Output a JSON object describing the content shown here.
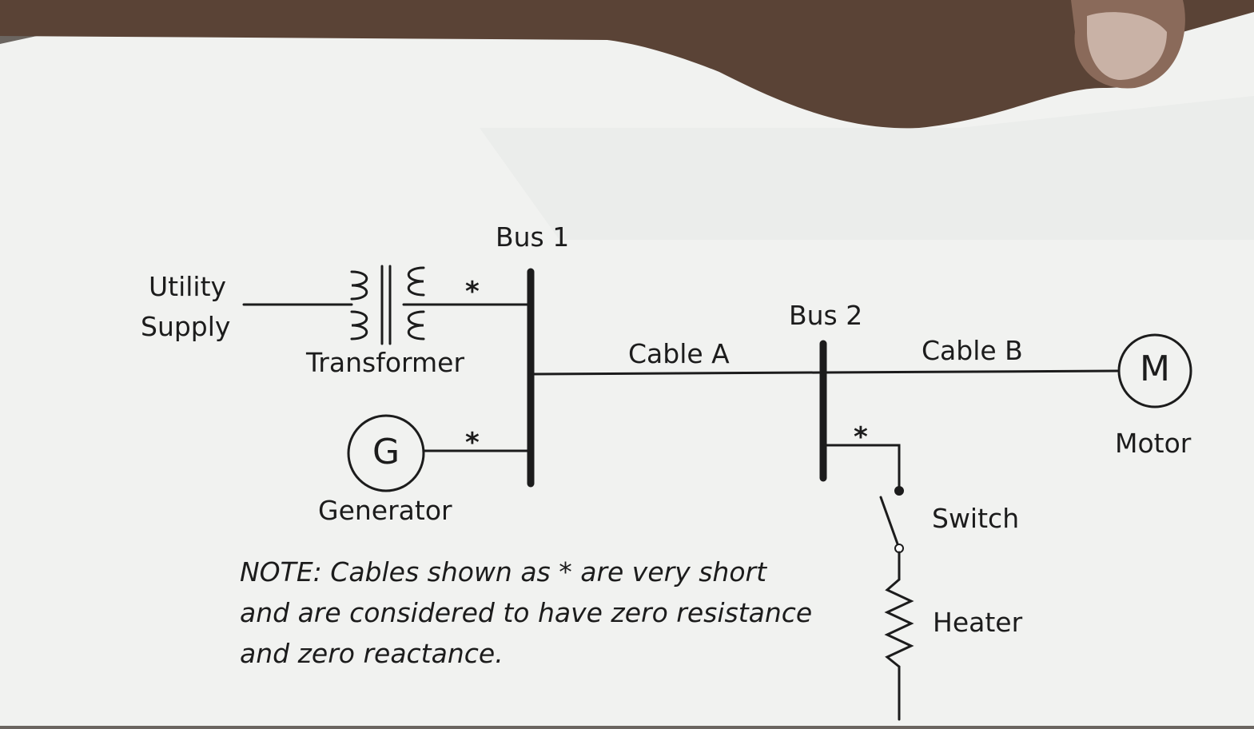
{
  "diagram": {
    "labels": {
      "utility_line1": "Utility",
      "utility_line2": "Supply",
      "transformer": "Transformer",
      "generator": "Generator",
      "generator_symbol": "G",
      "bus1": "Bus 1",
      "bus2": "Bus 2",
      "cable_a": "Cable A",
      "cable_b": "Cable B",
      "motor": "Motor",
      "motor_symbol": "M",
      "switch": "Switch",
      "heater": "Heater",
      "short_cable_mark": "*"
    },
    "note": {
      "line1": "NOTE:  Cables shown as  *  are very short",
      "line2": "and are considered to have zero resistance",
      "line3": "and zero reactance."
    }
  }
}
